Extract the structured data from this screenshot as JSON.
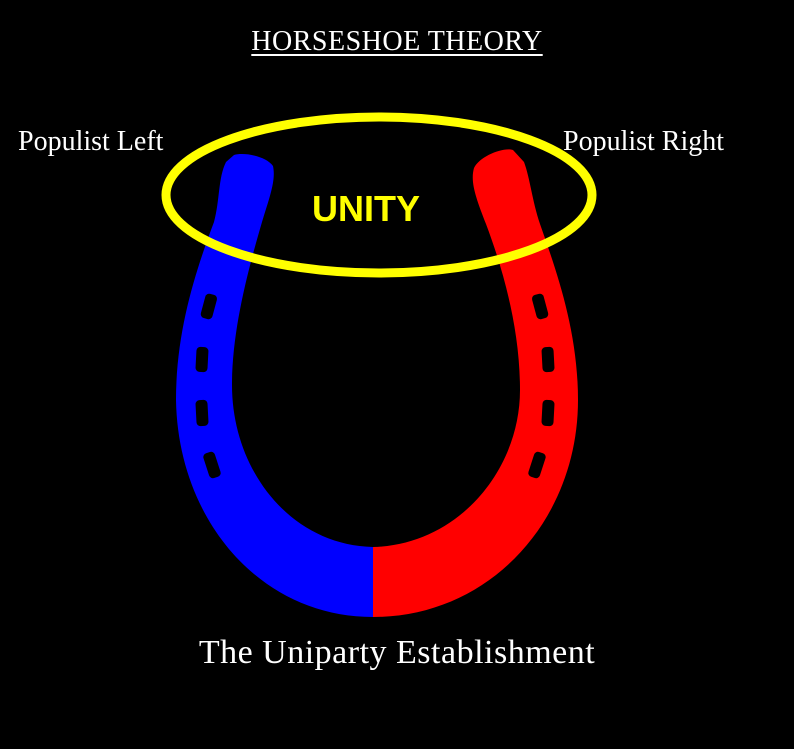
{
  "title": "HORSESHOE THEORY",
  "labels": {
    "left": "Populist Left",
    "right": "Populist Right",
    "center": "UNITY",
    "bottom": "The Uniparty Establishment"
  },
  "colors": {
    "background": "#000000",
    "left_arm": "#0000ff",
    "right_arm": "#ff0000",
    "ellipse": "#ffff00",
    "text": "#ffffff"
  }
}
